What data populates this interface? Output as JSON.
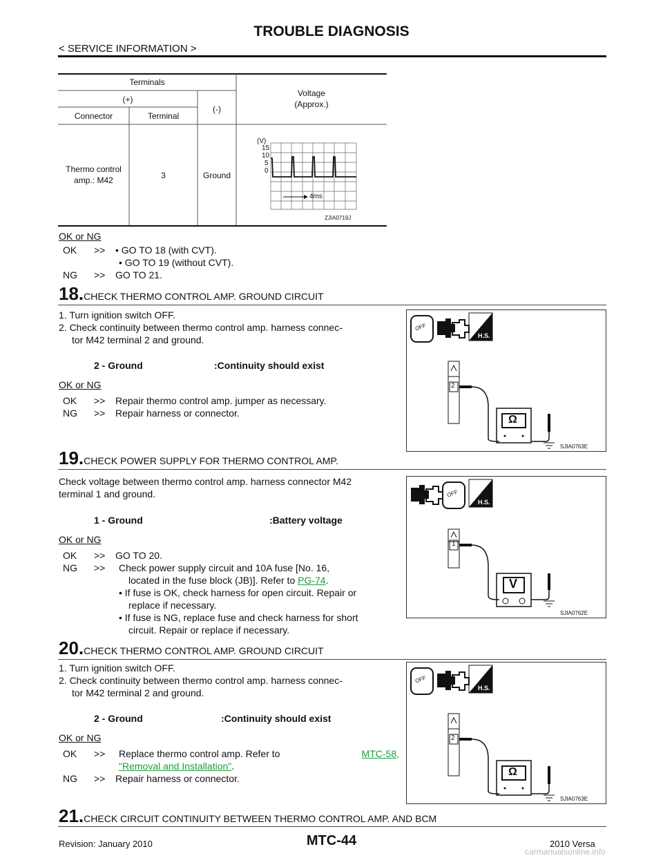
{
  "header": {
    "title": "TROUBLE DIAGNOSIS",
    "section": "< SERVICE INFORMATION >"
  },
  "table": {
    "terminals": "Terminals",
    "plus": "(+)",
    "minus": "(-)",
    "voltage": "Voltage",
    "approx": "(Approx.)",
    "connector": "Connector",
    "terminal": "Terminal",
    "row_connector_1": "Thermo control",
    "row_connector_2": "amp.: M42",
    "row_terminal": "3",
    "row_ground": "Ground",
    "wave_unit": "(V)",
    "wave_y": [
      "15",
      "10",
      "5",
      "0"
    ],
    "wave_time": "4ms",
    "wave_code": "ZJIA0719J"
  },
  "result1": {
    "label": "OK or NG",
    "ok_prefix": "OK",
    "arrow": ">>",
    "ok_1": "• GO TO 18 (with CVT).",
    "ok_2": "• GO TO 19 (without CVT).",
    "ng_prefix": "NG",
    "ng": "GO TO 21."
  },
  "step18": {
    "num": "18.",
    "title": "CHECK THERMO CONTROL AMP. GROUND CIRCUIT",
    "s1": "1. Turn ignition switch OFF.",
    "s2a": "2. Check continuity between thermo control amp. harness connec-",
    "s2b": "tor M42 terminal 2 and ground.",
    "spec_l": "2 - Ground",
    "spec_r": ":Continuity should exist",
    "okng": "OK or NG",
    "ok": "Repair thermo control amp. jumper as necessary.",
    "ng": "Repair harness or connector.",
    "fig_code": "SJIA0763E",
    "pin": "2"
  },
  "step19": {
    "num": "19.",
    "title": "CHECK POWER SUPPLY FOR THERMO CONTROL AMP.",
    "p1": "Check voltage between thermo control amp. harness connector M42",
    "p2": "terminal 1 and ground.",
    "spec_l": "1 - Ground",
    "spec_r": ":Battery voltage",
    "okng": "OK or NG",
    "ok": "GO TO 20.",
    "ng1": "Check power supply circuit and 10A fuse [No. 16,",
    "ng2": "located in the fuse block (JB)]. Refer to",
    "ng_link": "PG-74",
    "ng2_end": ".",
    "b1a": "• If fuse is OK, check harness for open circuit. Repair or",
    "b1b": "replace if necessary.",
    "b2a": "• If fuse is NG, replace fuse and check harness for short",
    "b2b": "circuit. Repair or replace if necessary.",
    "fig_code": "SJIA0762E",
    "pin": "1",
    "meter": "V"
  },
  "step20": {
    "num": "20.",
    "title": "CHECK THERMO CONTROL AMP. GROUND CIRCUIT",
    "s1": "1. Turn ignition switch OFF.",
    "s2a": "2. Check continuity between thermo control amp. harness connec-",
    "s2b": "tor M42 terminal 2 and ground.",
    "spec_l": "2 - Ground",
    "spec_r": ":Continuity should exist",
    "okng": "OK or NG",
    "ok1": "Replace thermo control amp. Refer to",
    "ok_link1": "MTC-58,",
    "ok_link2": "\"Removal and Installation\"",
    "ok_end": ".",
    "ng": "Repair harness or connector.",
    "fig_code": "SJIA0763E",
    "pin": "2"
  },
  "step21": {
    "num": "21.",
    "title": "CHECK CIRCUIT CONTINUITY BETWEEN THERMO CONTROL AMP. AND BCM"
  },
  "icons": {
    "off": "OFF",
    "hs": "H.S.",
    "ohm": "Ω"
  },
  "footer": {
    "page": "MTC-44",
    "revision": "Revision: January 2010",
    "model": "2010 Versa",
    "watermark": "carmanualsonline.info"
  }
}
